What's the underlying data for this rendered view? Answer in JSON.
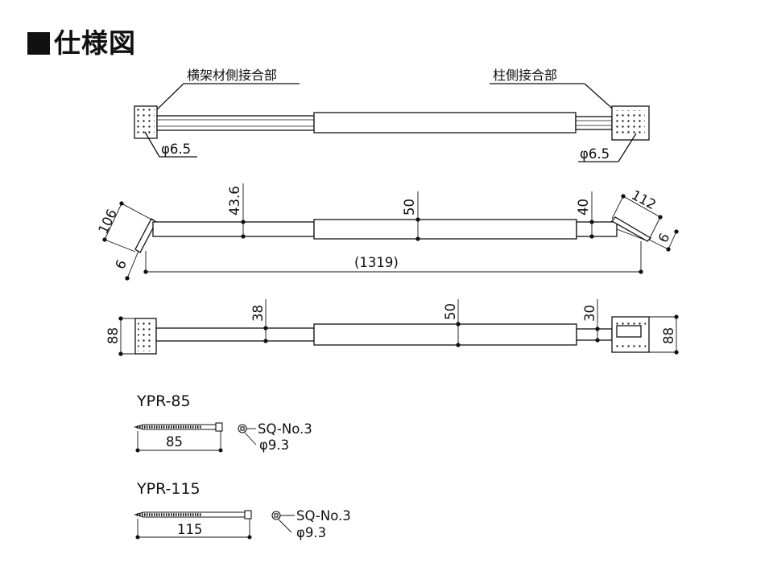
{
  "title": "仕様図",
  "top_view": {
    "left_joint_label": "横架材側接合部",
    "right_joint_label": "柱側接合部",
    "left_hole": "φ6.5",
    "right_hole": "φ6.5"
  },
  "side_view": {
    "dims": {
      "left_arm": "106",
      "left_thickness": "6",
      "dia_thin_left": "43.6",
      "dia_center": "50",
      "dia_thin_right": "40",
      "right_arm": "112",
      "right_thickness": "6",
      "overall_length": "(1319)"
    }
  },
  "plan_view": {
    "dims": {
      "left_plate": "88",
      "dia_thin_left": "38",
      "dia_center": "50",
      "dia_thin_right": "30",
      "right_plate": "88"
    }
  },
  "screws": [
    {
      "model": "YPR-85",
      "length": "85",
      "drive": "SQ-No.3",
      "head": "φ9.3"
    },
    {
      "model": "YPR-115",
      "length": "115",
      "drive": "SQ-No.3",
      "head": "φ9.3"
    }
  ]
}
